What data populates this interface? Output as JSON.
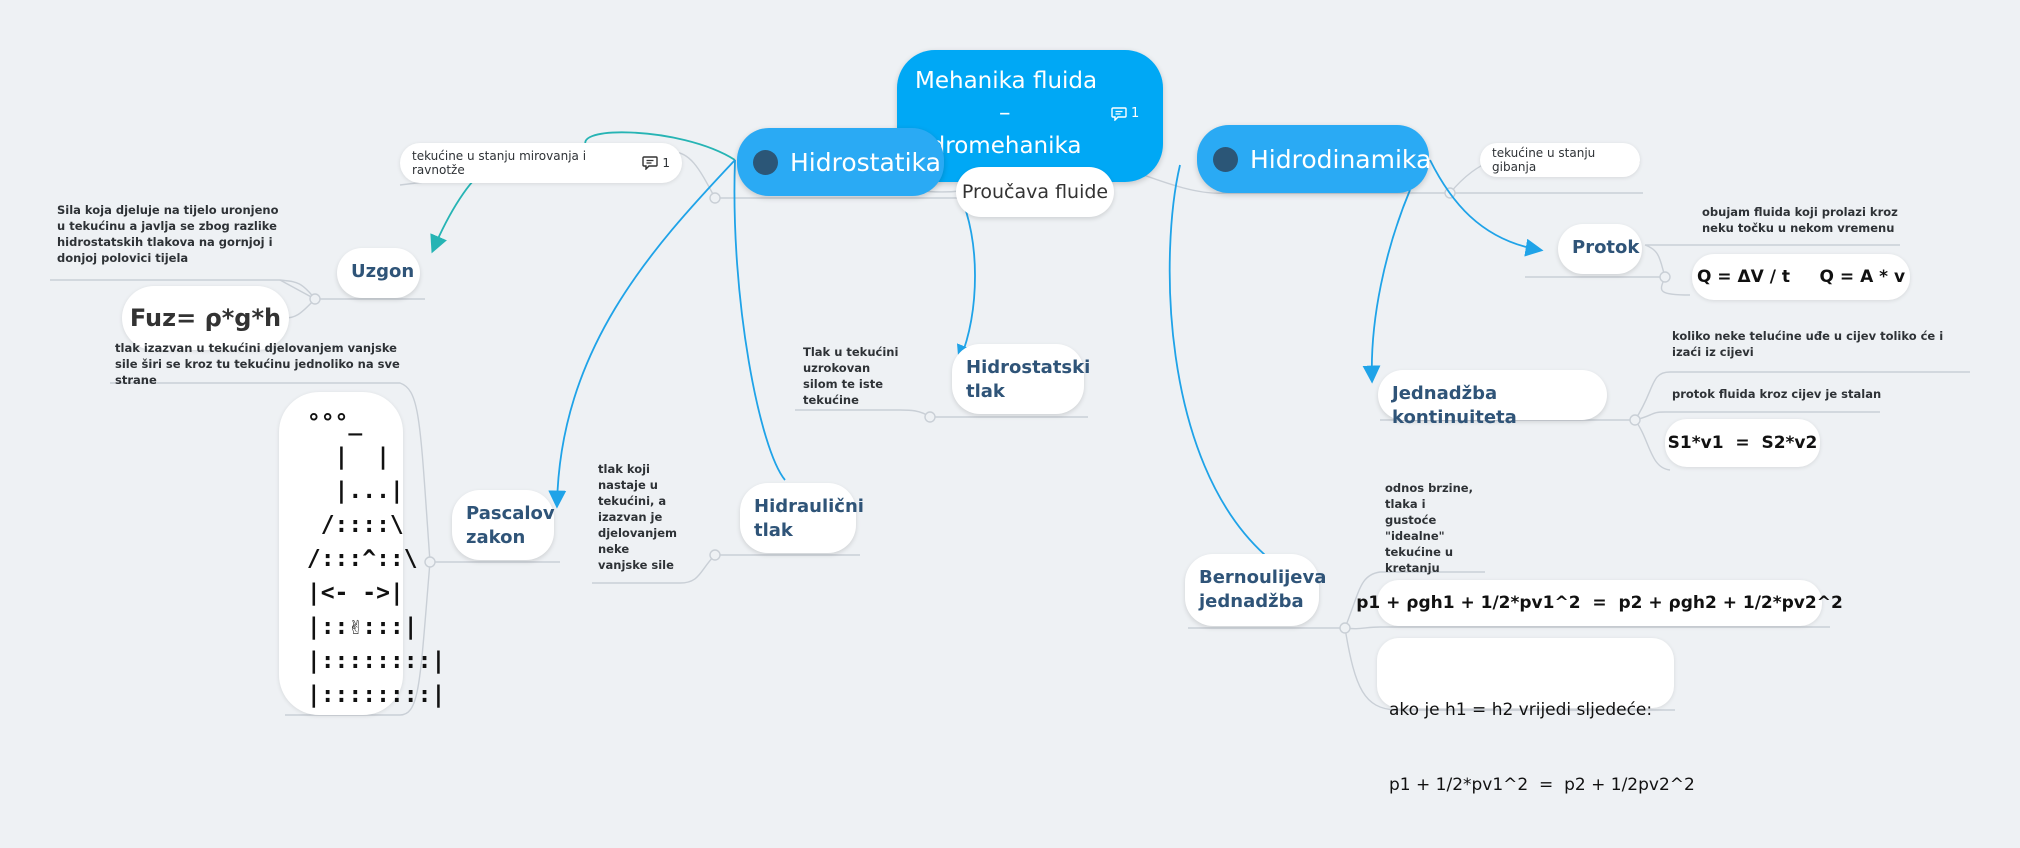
{
  "central": {
    "title_line1": "Mehanika fluida",
    "title_line2": "–",
    "title_line3": "Hidromehanika",
    "comment_count": "1",
    "subtitle": "Proučava fluide"
  },
  "hidrostatika": {
    "label": "Hidrostatika",
    "note": "tekućine u stanju mirovanja i ravnotže",
    "note_comment_count": "1",
    "uzgon": {
      "label": "Uzgon",
      "description": "Sila koja djeluje na tijelo uronjeno u tekućinu a javlja se zbog razlike hidrostatskih tlakova na gornjoj i donjoj polovici tijela",
      "formula": "Fuz= ρ*g*h"
    },
    "pascal": {
      "label_line1": "Pascalov",
      "label_line2": "zakon",
      "description": "tlak izazvan u tekućini djelovanjem vanjske sile širi se kroz tu tekućinu jednoliko na sve strane",
      "ascii_art": " °°°_\n   |  |\n   |...|\n  /::::\\\n /:::^::\\\n |<- ->|\n |::✌:::|\n |::::::::|\n |::::::::|"
    },
    "hidraulicni": {
      "label_line1": "Hidraulični",
      "label_line2": "tlak",
      "description": "tlak koji nastaje u tekućini, a izazvan je djelovanjem neke vanjske sile"
    },
    "hidrostatski": {
      "label_line1": "Hidrostatski",
      "label_line2": "tlak",
      "description": "Tlak u tekućini uzrokovan silom te iste tekućine"
    }
  },
  "hidrodinamika": {
    "label": "Hidrodinamika",
    "note": "tekućine u stanju gibanja",
    "protok": {
      "label": "Protok",
      "description": "obujam fluida koji prolazi kroz neku točku u nekom vremenu",
      "formula": "Q = ΔV / t     Q = A * v"
    },
    "kontinuitet": {
      "label": "Jednadžba kontinuiteta",
      "description1": "koliko neke telućine uđe u cijev toliko će i izaći iz cijevi",
      "description2": "protok fluida kroz cijev je stalan",
      "formula": "S1*v1  =  S2*v2"
    },
    "bernoulli": {
      "label_line1": "Bernoulijeva",
      "label_line2": "jednadžba",
      "description": "odnos brzine, tlaka i gustoće \"idealne\" tekućine u kretanju",
      "formula": "p1 + ρgh1 + 1/2*pv1^2  =  p2 + ρgh2 + 1/2*pv2^2",
      "special_line1": "ako je h1 = h2 vrijedi sljedeće:",
      "special_line2": "p1 + 1/2*pv1^2  =  p2 + 1/2pv2^2"
    }
  },
  "colors": {
    "background": "#eef1f4",
    "central_node": "#00a8f5",
    "main_node": "#2aaaf4",
    "topic_text": "#2f5478",
    "blue_link": "#1fa3e8",
    "teal_link": "#26b4b4"
  }
}
